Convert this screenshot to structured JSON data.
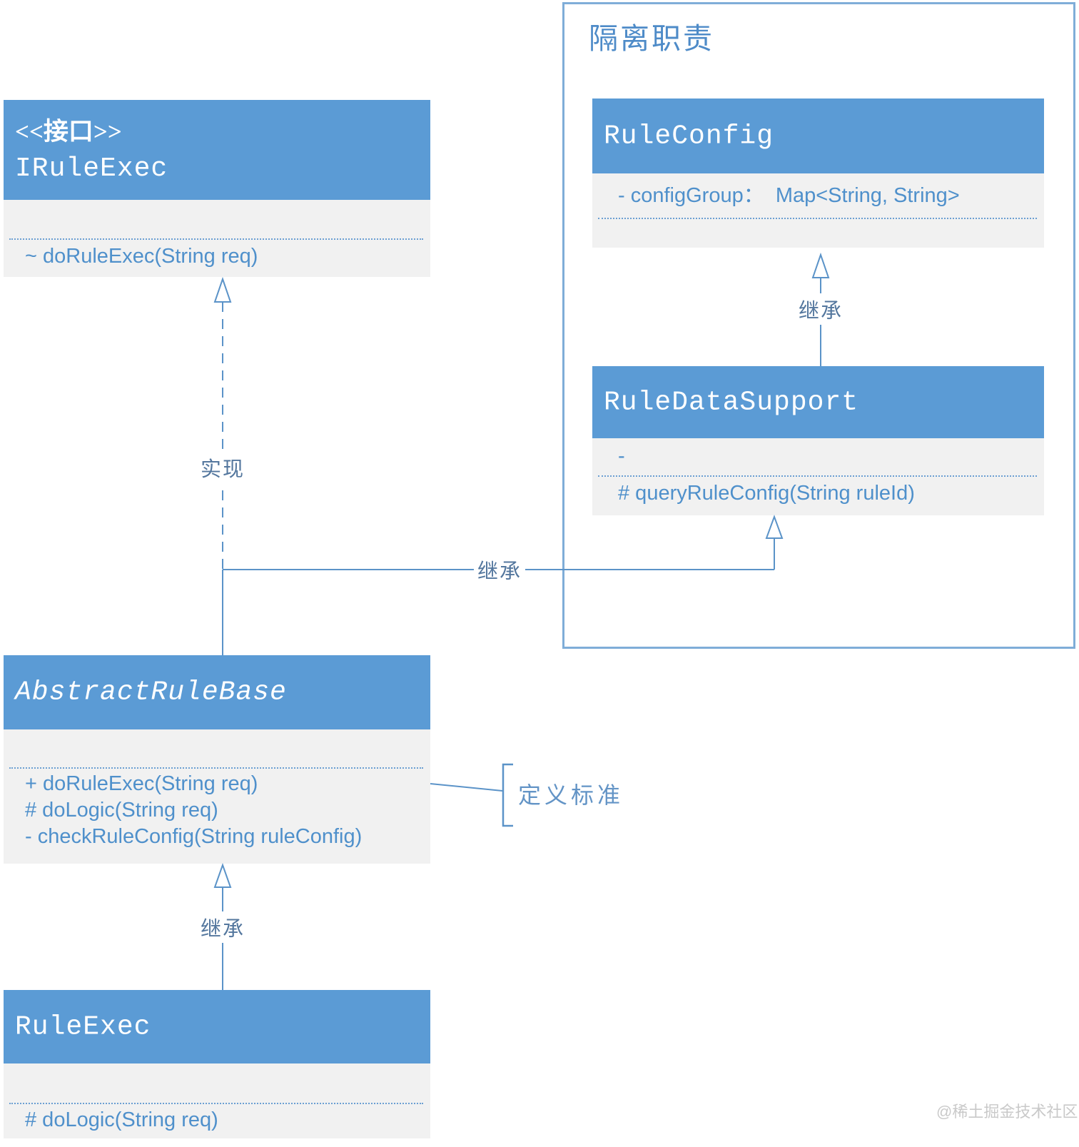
{
  "diagram": {
    "kind": "uml-class-diagram",
    "group": {
      "title": "隔离职责"
    },
    "colors": {
      "class_header_blue": "#5b9bd5",
      "class_body_gray": "#f1f1f1",
      "member_text_blue": "#4f90cb",
      "edge_line_blue": "#5b93c8",
      "edge_label_blue": "#54779e",
      "group_border_blue": "#7fadd8",
      "group_title_blue": "#4e8bc8",
      "watermark_gray": "#c9c9c9"
    },
    "classes": {
      "irule_exec": {
        "stereotype": "<<接口>>",
        "name": "IRuleExec",
        "methods": [
          "~ doRuleExec(String req)"
        ]
      },
      "rule_config": {
        "name": "RuleConfig",
        "attributes": [
          "- configGroup：  Map<String, String>"
        ]
      },
      "rule_data_support": {
        "name": "RuleDataSupport",
        "attributes": [
          "-"
        ],
        "methods": [
          "# queryRuleConfig(String ruleId)"
        ]
      },
      "abstract_rule_base": {
        "name": "AbstractRuleBase",
        "methods": [
          "+ doRuleExec(String req)",
          "# doLogic(String req)",
          "- checkRuleConfig(String ruleConfig)"
        ]
      },
      "rule_exec": {
        "name": "RuleExec",
        "methods": [
          "# doLogic(String req)"
        ]
      }
    },
    "edges": {
      "realize_label": "实现",
      "inherit_to_ruledatasupport_label": "继承",
      "inherit_ruleconfig_label": "继承",
      "inherit_rulebase_label": "继承"
    },
    "annotation": {
      "define_standard": "定义标准"
    },
    "watermark": "@稀土掘金技术社区"
  }
}
